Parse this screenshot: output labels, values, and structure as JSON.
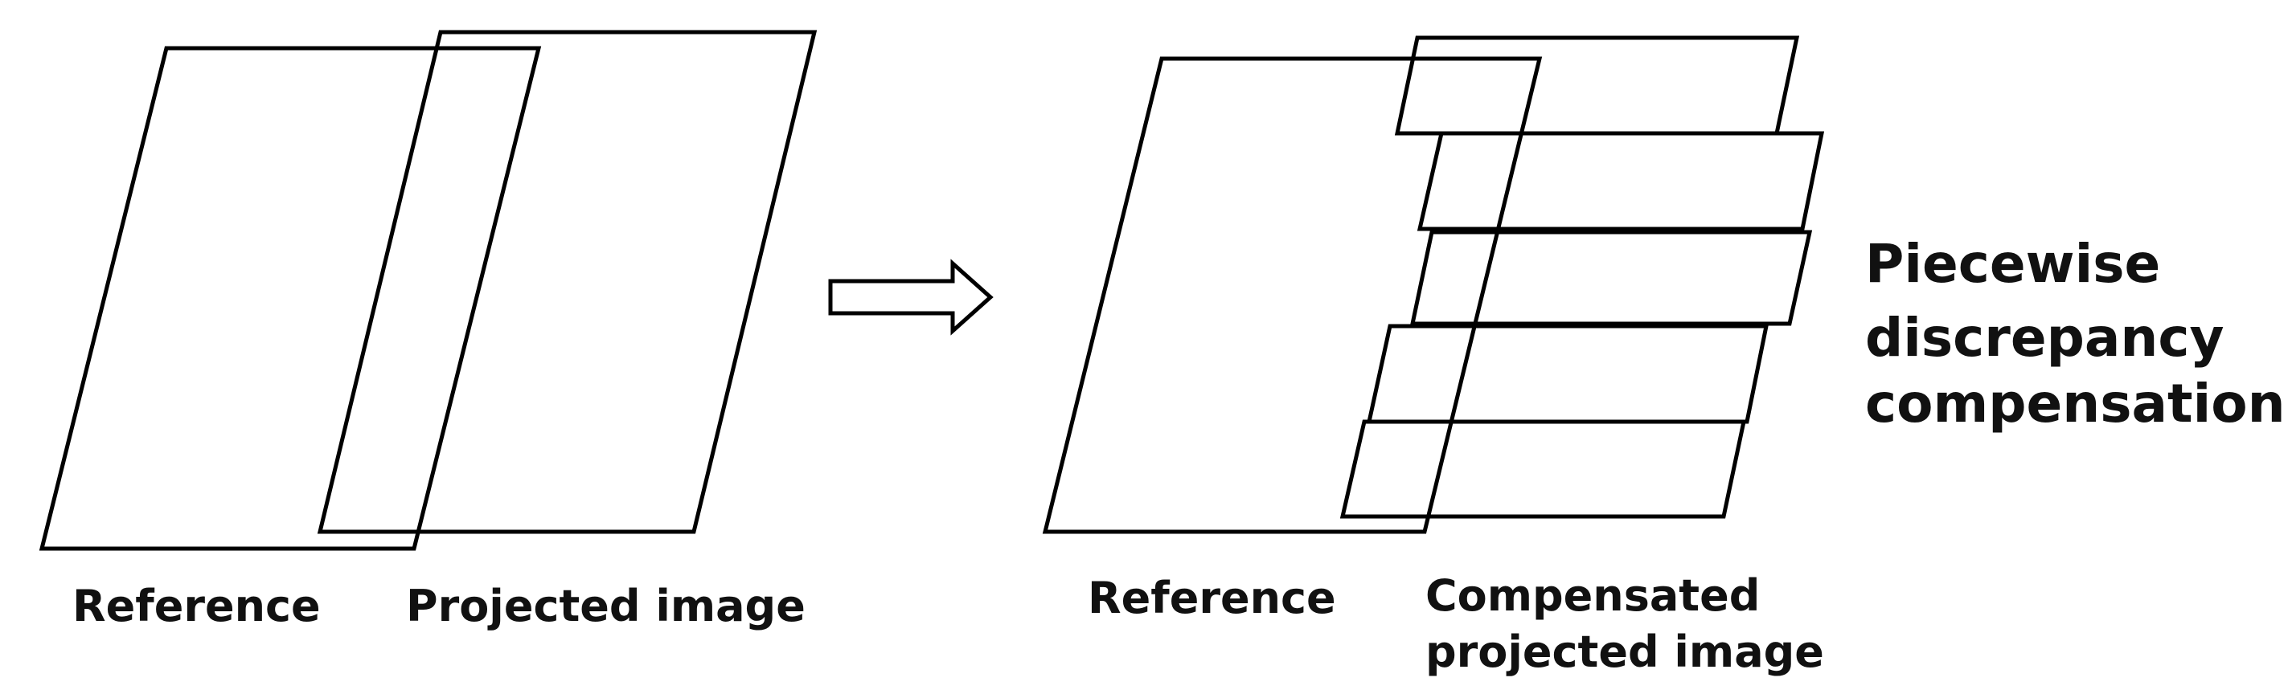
{
  "left_panel": {
    "reference_label": "Reference",
    "projected_label": "Projected image"
  },
  "right_panel": {
    "reference_label": "Reference",
    "compensated_label_line1": "Compensated",
    "compensated_label_line2": "projected image",
    "slice_count": 5
  },
  "title": {
    "line1": "Piecewise",
    "line2": "discrepancy",
    "line3": "compensation"
  },
  "arrow": {
    "icon": "right-arrow-icon"
  },
  "colors": {
    "stroke": "#000000",
    "background": "#ffffff"
  }
}
